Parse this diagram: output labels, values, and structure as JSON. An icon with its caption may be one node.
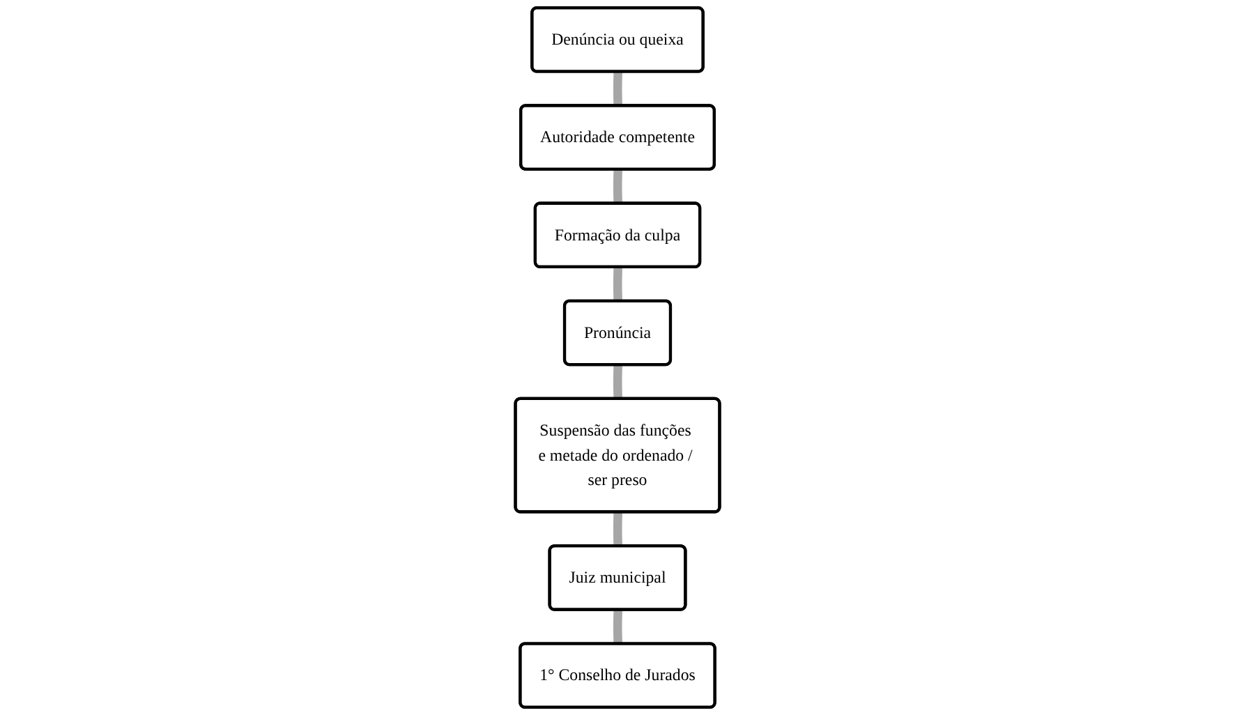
{
  "diagram": {
    "nodes": [
      {
        "text": [
          "Denúncia ou queixa"
        ]
      },
      {
        "text": [
          "Autoridade competente"
        ]
      },
      {
        "text": [
          "Formação da culpa"
        ]
      },
      {
        "text": [
          "Pronúncia"
        ]
      },
      {
        "text": [
          "Suspensão das funções e metade do ordenado / ser preso"
        ]
      },
      {
        "text": [
          "Juiz municipal"
        ]
      },
      {
        "text": [
          "1° Conselho de Jurados"
        ]
      }
    ],
    "edges": [
      {
        "from": 0,
        "to": 1,
        "arrow": "none"
      },
      {
        "from": 1,
        "to": 2,
        "arrow": "none"
      },
      {
        "from": 2,
        "to": 3,
        "arrow": "none"
      },
      {
        "from": 3,
        "to": 4,
        "arrow": "none"
      },
      {
        "from": 4,
        "to": 5,
        "arrow": "none"
      },
      {
        "from": 5,
        "to": 6,
        "arrow": "none"
      }
    ]
  }
}
